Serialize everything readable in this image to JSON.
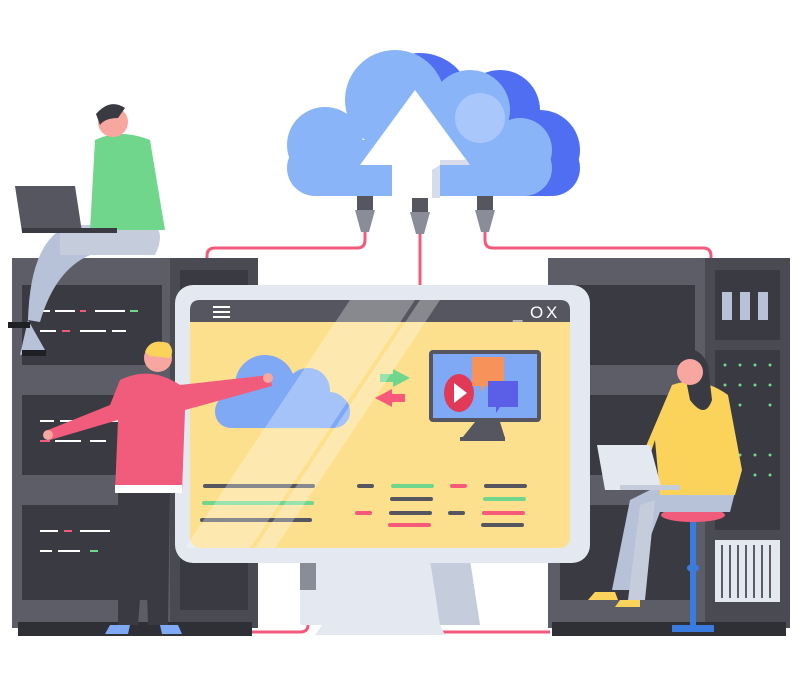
{
  "illustration": {
    "subject": "cloud-server-team",
    "window_controls": {
      "minimize": "_",
      "maximize": "O",
      "close": "X"
    },
    "icons": [
      "cloud-upload-icon",
      "menu-icon",
      "play-icon",
      "chat-bubble-icon",
      "transfer-arrows-icon"
    ],
    "colors": {
      "cloud_light": "#8ab4f8",
      "cloud_dark": "#4f6ef2",
      "cable": "#f2597a",
      "server": "#5c5d66",
      "server_panel": "#3a3b42",
      "monitor_frame": "#e3e8f1",
      "screen_bar": "#55565f",
      "screen": "#fde08e",
      "green": "#6fd68c",
      "pink": "#f7597a",
      "shirt_green": "#6fd68c",
      "shirt_pink": "#f25c7c",
      "shirt_yellow": "#fbd25a",
      "pants": "#b7c2d8"
    }
  }
}
